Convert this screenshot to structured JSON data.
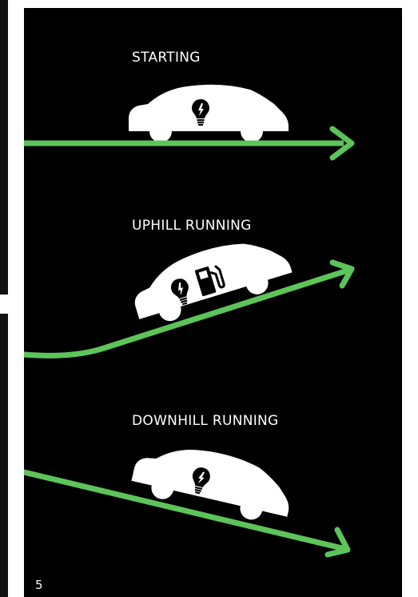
{
  "scenes": [
    {
      "label": "STARTING",
      "icons": [
        "lightbulb-icon"
      ]
    },
    {
      "label": "UPHILL RUNNING",
      "icons": [
        "lightbulb-icon",
        "fuel-pump-icon"
      ]
    },
    {
      "label": "DOWNHILL RUNNING",
      "icons": [
        "lightbulb-icon"
      ]
    }
  ],
  "page_number": "5",
  "colors": {
    "panel_background": "#000000",
    "road_line": "#5dc45a",
    "car": "#ffffff",
    "icon": "#000000",
    "text": "#ffffff",
    "edge_bar": "#111111"
  }
}
